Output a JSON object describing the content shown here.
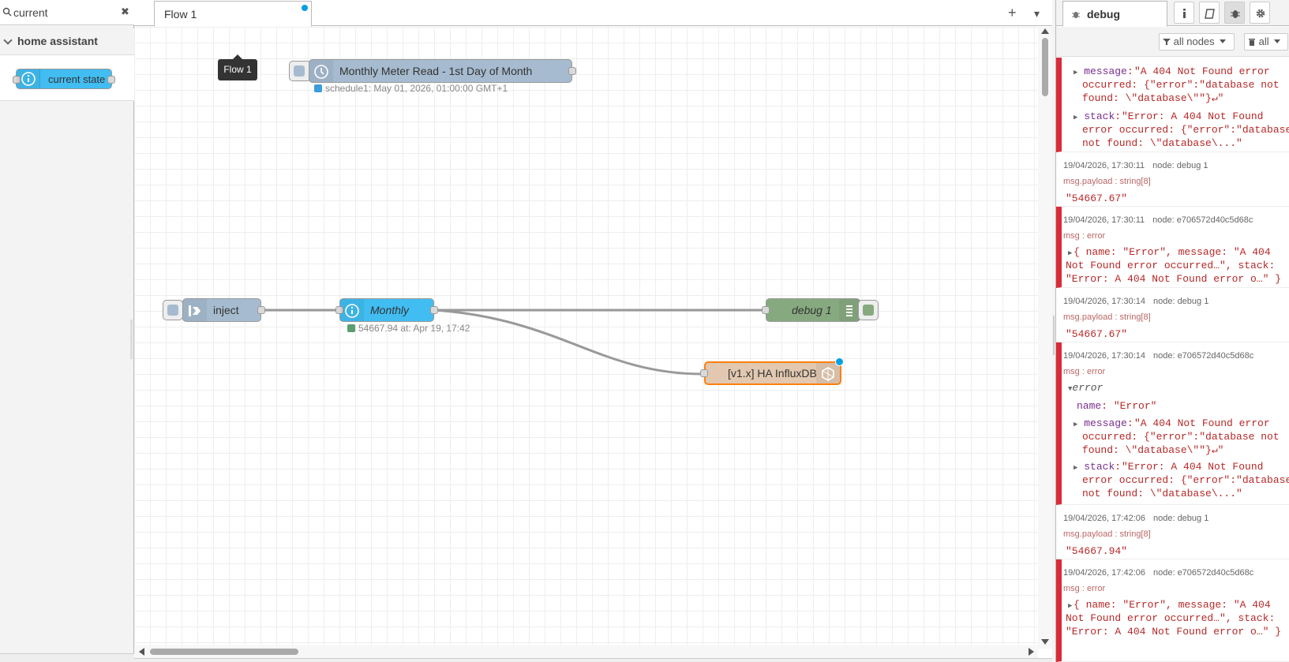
{
  "palette": {
    "search_value": "current",
    "clear_label": "✖",
    "category": "home assistant",
    "node_label": "current state"
  },
  "tabs": {
    "flow_label": "Flow 1",
    "tooltip": "Flow 1",
    "add_label": "+",
    "menu_label": "▾"
  },
  "nodes": {
    "schedule_label": "Monthly Meter Read - 1st Day of Month",
    "schedule_status": "schedule1: May 01, 2026, 01:00:00 GMT+1",
    "inject_label": "inject",
    "monthly_label": "Monthly",
    "monthly_status": "54667.94 at: Apr 19, 17:42",
    "debug_label": "debug 1",
    "influx_label": "[v1.x] HA InfluxDB"
  },
  "sidebar": {
    "tab_label": "debug",
    "filter_label": "all nodes",
    "clear_label": "all"
  },
  "debug": {
    "m0": {
      "message_key": "message",
      "message_val": "\"A 404 Not Found error\noccurred: {\"error\":\"database not\nfound: \\\"database\\\"\"}↵\"",
      "stack_key": "stack",
      "stack_val": "\"Error: A 404 Not Found\nerror occurred: {\"error\":\"database\nnot found: \\\"database\\...\""
    },
    "m1": {
      "time": "19/04/2026, 17:30:11",
      "node": "node: debug 1",
      "type": "msg.payload : string[8]",
      "value": "\"54667.67\""
    },
    "m2": {
      "time": "19/04/2026, 17:30:11",
      "node": "node: e706572d40c5d68c",
      "type": "msg : error",
      "value": "{ name: \"Error\", message: \"A 404\nNot Found error occurred…\", stack:\n\"Error: A 404 Not Found error o…\" }"
    },
    "m3": {
      "time": "19/04/2026, 17:30:14",
      "node": "node: debug 1",
      "type": "msg.payload : string[8]",
      "value": "\"54667.67\""
    },
    "m4": {
      "time": "19/04/2026, 17:30:14",
      "node": "node: e706572d40c5d68c",
      "type": "msg : error",
      "obj": "error",
      "name_key": "name",
      "name_val": "\"Error\"",
      "message_key": "message",
      "message_val": "\"A 404 Not Found error\noccurred: {\"error\":\"database not\nfound: \\\"database\\\"\"}↵\"",
      "stack_key": "stack",
      "stack_val": "\"Error: A 404 Not Found\nerror occurred: {\"error\":\"database\nnot found: \\\"database\\...\""
    },
    "m5": {
      "time": "19/04/2026, 17:42:06",
      "node": "node: debug 1",
      "type": "msg.payload : string[8]",
      "value": "\"54667.94\""
    },
    "m6": {
      "time": "19/04/2026, 17:42:06",
      "node": "node: e706572d40c5d68c",
      "type": "msg : error",
      "value": "{ name: \"Error\", message: \"A 404\nNot Found error occurred…\", stack:\n\"Error: A 404 Not Found error o…\" }"
    }
  },
  "colors": {
    "ha_blue": "#41bdf2",
    "inject_grey": "#a6bbcf",
    "debug_green": "#87a980",
    "influx_tan": "#e2c8b0",
    "error_red": "#d92c39",
    "changed_dot": "#00a0e3"
  },
  "icons": [
    "search-icon",
    "info-icon",
    "inject-arrow-icon",
    "clock-icon",
    "list-icon",
    "influx-icon",
    "bug-icon",
    "book-icon",
    "gear-icon",
    "filter-icon",
    "trash-icon"
  ]
}
